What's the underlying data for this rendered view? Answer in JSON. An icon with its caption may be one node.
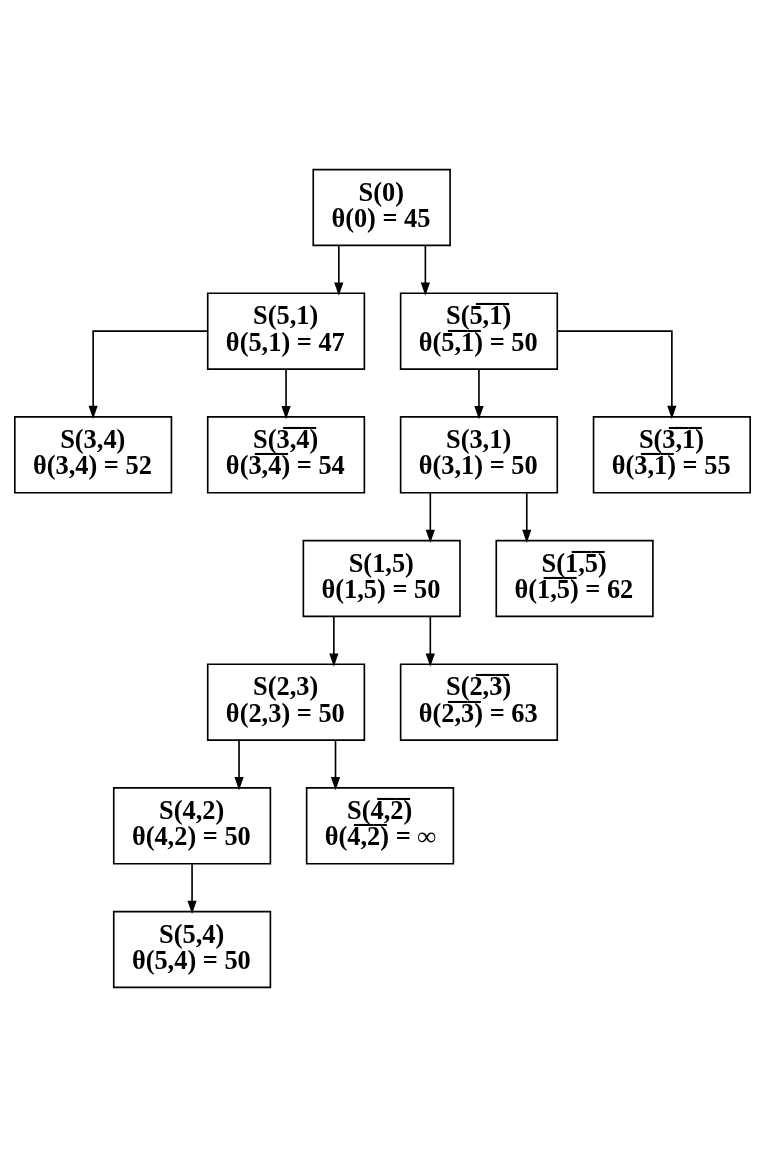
{
  "diagram": {
    "nodes": [
      {
        "text": [
          "S(0)",
          "θ(0) = 45"
        ]
      },
      {
        "text": [
          "S(5,1)",
          "θ(5,1) = 47"
        ]
      },
      {
        "text": [
          "S(5̅,̅1̅)",
          "θ(5̅,̅1̅) = 50"
        ]
      },
      {
        "text": [
          "S(3,4)",
          "θ(3,4) = 52"
        ]
      },
      {
        "text": [
          "S(3̅,̅4̅)",
          "θ(3̅,̅4̅) = 54"
        ]
      },
      {
        "text": [
          "S(3,1)",
          "θ(3,1) = 50"
        ]
      },
      {
        "text": [
          "S(3̅,̅1̅)",
          "θ(3̅,̅1̅) = 55"
        ]
      },
      {
        "text": [
          "S(1,5)",
          "θ(1,5) = 50"
        ]
      },
      {
        "text": [
          "S(1̅,̅5̅)",
          "θ(1̅,̅5̅) = 62"
        ]
      },
      {
        "text": [
          "S(2,3)",
          "θ(2,3) = 50"
        ]
      },
      {
        "text": [
          "S(2̅,̅3̅)",
          "θ(2̅,̅3̅) = 63"
        ]
      },
      {
        "text": [
          "S(4,2)",
          "θ(4,2) = 50"
        ]
      },
      {
        "text": [
          "S(4̅,̅2̅)",
          "θ(4̅,̅2̅) = ∞"
        ]
      },
      {
        "text": [
          "S(5,4)",
          "θ(5,4) = 50"
        ]
      }
    ],
    "edges": [
      {
        "from": 0,
        "to": 1,
        "arrow": "to"
      },
      {
        "from": 0,
        "to": 2,
        "arrow": "to"
      },
      {
        "from": 1,
        "to": 3,
        "arrow": "to"
      },
      {
        "from": 1,
        "to": 4,
        "arrow": "to"
      },
      {
        "from": 2,
        "to": 5,
        "arrow": "to"
      },
      {
        "from": 2,
        "to": 6,
        "arrow": "to"
      },
      {
        "from": 5,
        "to": 7,
        "arrow": "to"
      },
      {
        "from": 5,
        "to": 8,
        "arrow": "to"
      },
      {
        "from": 7,
        "to": 9,
        "arrow": "to"
      },
      {
        "from": 7,
        "to": 10,
        "arrow": "to"
      },
      {
        "from": 9,
        "to": 11,
        "arrow": "to"
      },
      {
        "from": 9,
        "to": 12,
        "arrow": "to"
      },
      {
        "from": 11,
        "to": 13,
        "arrow": "to"
      }
    ]
  }
}
